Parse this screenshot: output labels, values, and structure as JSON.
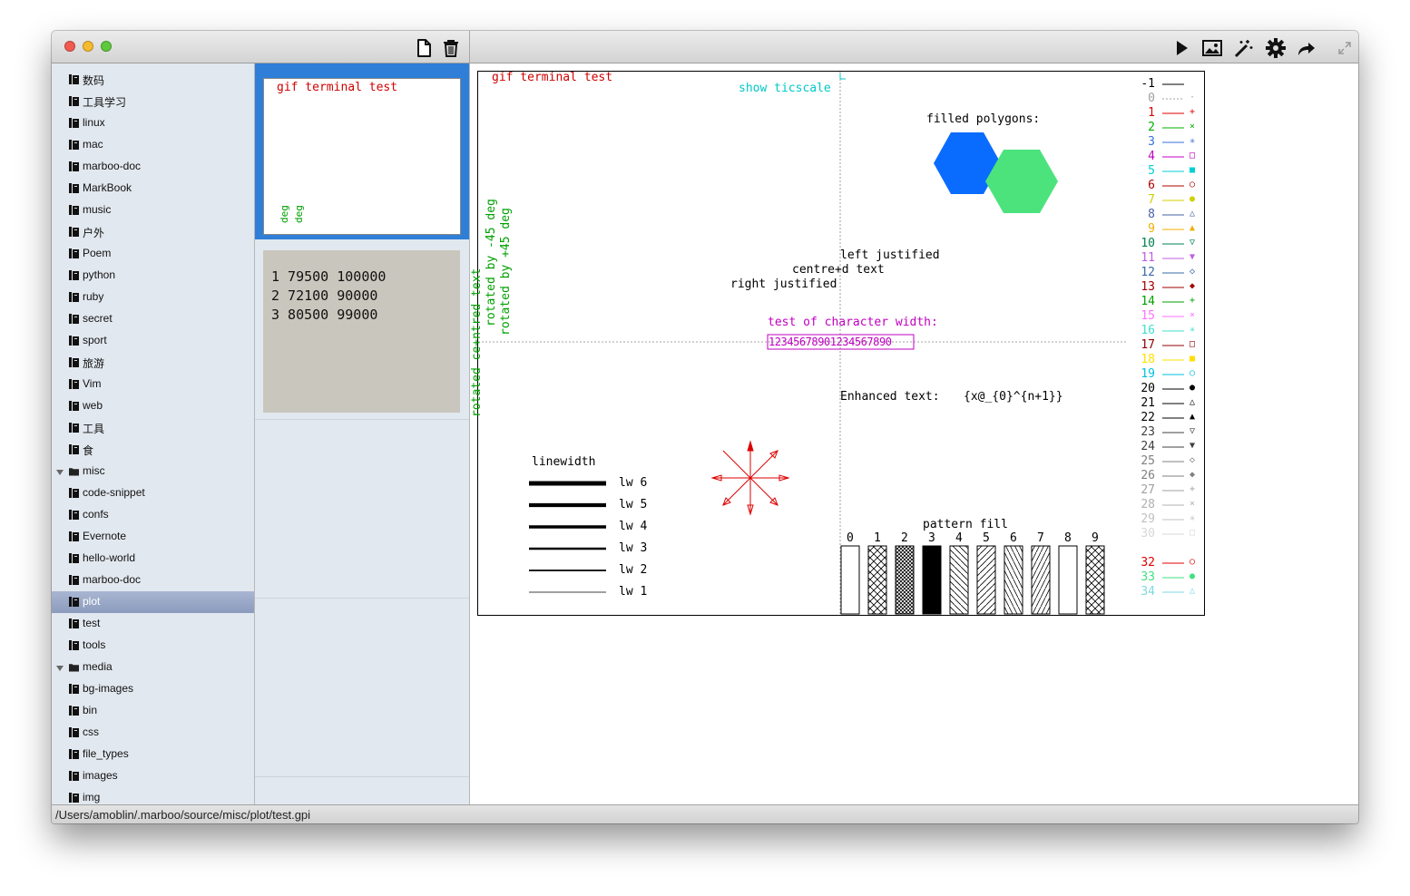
{
  "window": {
    "title": ""
  },
  "toolbar": {
    "left_icons": [
      "new-note-icon",
      "trash-icon"
    ],
    "right_icons": [
      "play-icon",
      "image-icon",
      "magic-wand-icon",
      "gear-icon",
      "share-icon",
      "fullscreen-icon"
    ]
  },
  "sidebar": {
    "items": [
      {
        "label": "数码",
        "type": "notebook"
      },
      {
        "label": "工具学习",
        "type": "notebook"
      },
      {
        "label": "linux",
        "type": "notebook"
      },
      {
        "label": "mac",
        "type": "notebook"
      },
      {
        "label": "marboo-doc",
        "type": "notebook"
      },
      {
        "label": "MarkBook",
        "type": "notebook"
      },
      {
        "label": "music",
        "type": "notebook"
      },
      {
        "label": "户外",
        "type": "notebook"
      },
      {
        "label": "Poem",
        "type": "notebook"
      },
      {
        "label": "python",
        "type": "notebook"
      },
      {
        "label": "ruby",
        "type": "notebook"
      },
      {
        "label": "secret",
        "type": "notebook"
      },
      {
        "label": "sport",
        "type": "notebook"
      },
      {
        "label": "旅游",
        "type": "notebook"
      },
      {
        "label": "Vim",
        "type": "notebook"
      },
      {
        "label": "web",
        "type": "notebook"
      },
      {
        "label": "工具",
        "type": "notebook"
      },
      {
        "label": "食",
        "type": "notebook"
      },
      {
        "label": "misc",
        "type": "folder"
      },
      {
        "label": "code-snippet",
        "type": "notebook"
      },
      {
        "label": "confs",
        "type": "notebook"
      },
      {
        "label": "Evernote",
        "type": "notebook"
      },
      {
        "label": "hello-world",
        "type": "notebook"
      },
      {
        "label": "marboo-doc",
        "type": "notebook"
      },
      {
        "label": "plot",
        "type": "notebook",
        "selected": true
      },
      {
        "label": "test",
        "type": "notebook"
      },
      {
        "label": "tools",
        "type": "notebook"
      },
      {
        "label": "media",
        "type": "folder"
      },
      {
        "label": "bg-images",
        "type": "notebook"
      },
      {
        "label": "bin",
        "type": "notebook"
      },
      {
        "label": "css",
        "type": "notebook"
      },
      {
        "label": "file_types",
        "type": "notebook"
      },
      {
        "label": "images",
        "type": "notebook"
      },
      {
        "label": "img",
        "type": "notebook"
      }
    ]
  },
  "notes": {
    "thumb1": {
      "title": "gif  terminal test",
      "rot_text": "deg"
    },
    "thumb2": {
      "lines": [
        "1 79500 100000",
        "2 72100 90000",
        "3 80500 99000"
      ]
    }
  },
  "plot": {
    "title": "gif  terminal test",
    "show_ticscale": "show ticscale",
    "filled_polygons": "filled polygons:",
    "left_justified": "left justified",
    "centred": "centre+d text",
    "right_justified": "right justified",
    "char_width_label": "test of character width:",
    "char_width_test": "12345678901234567890",
    "enhanced_label": "Enhanced text:",
    "enhanced_value": "{x@_{0}^{n+1}}",
    "rot_centred": "rotated ce+ntred text",
    "rot_minus45": "rotated by -45 deg",
    "rot_plus45": "rotated by +45 deg",
    "linewidth_title": "linewidth",
    "linewidths": [
      "lw 6",
      "lw 5",
      "lw 4",
      "lw 3",
      "lw 2",
      "lw 1"
    ],
    "pattern_title": "pattern fill",
    "patterns": [
      "0",
      "1",
      "2",
      "3",
      "4",
      "5",
      "6",
      "7",
      "8",
      "9"
    ],
    "colors": {
      "title": "#d00000",
      "cyan": "#00c8c8",
      "magenta": "#c000c0",
      "green": "#00a000",
      "blue_poly": "#0a6cff",
      "green_poly": "#4ce37d",
      "arrows": "#dd0000"
    },
    "legend": [
      {
        "label": "-1",
        "color": "#000000",
        "sym": "",
        "dash": false
      },
      {
        "label": "0",
        "color": "#a0a0a0",
        "sym": "·",
        "dash": true
      },
      {
        "label": "1",
        "color": "#e00000",
        "sym": "+"
      },
      {
        "label": "2",
        "color": "#00b000",
        "sym": "×"
      },
      {
        "label": "3",
        "color": "#3a6fd8",
        "sym": "✳"
      },
      {
        "label": "4",
        "color": "#c000c0",
        "sym": "□"
      },
      {
        "label": "5",
        "color": "#00d0d0",
        "sym": "■"
      },
      {
        "label": "6",
        "color": "#b00000",
        "sym": "○"
      },
      {
        "label": "7",
        "color": "#d0d000",
        "sym": "●"
      },
      {
        "label": "8",
        "color": "#4a5fa8",
        "sym": "△"
      },
      {
        "label": "9",
        "color": "#f0b000",
        "sym": "▲"
      },
      {
        "label": "10",
        "color": "#008050",
        "sym": "▽"
      },
      {
        "label": "11",
        "color": "#c060e0",
        "sym": "▼"
      },
      {
        "label": "12",
        "color": "#3a6aa8",
        "sym": "◇"
      },
      {
        "label": "13",
        "color": "#a00000",
        "sym": "◆"
      },
      {
        "label": "14",
        "color": "#00a000",
        "sym": "+"
      },
      {
        "label": "15",
        "color": "#ff70ff",
        "sym": "×"
      },
      {
        "label": "16",
        "color": "#40e0d0",
        "sym": "✳"
      },
      {
        "label": "17",
        "color": "#900000",
        "sym": "□"
      },
      {
        "label": "18",
        "color": "#ffe000",
        "sym": "■"
      },
      {
        "label": "19",
        "color": "#00c0e0",
        "sym": "○"
      },
      {
        "label": "20",
        "color": "#000000",
        "sym": "●"
      },
      {
        "label": "21",
        "color": "#000000",
        "sym": "△"
      },
      {
        "label": "22",
        "color": "#000000",
        "sym": "▲"
      },
      {
        "label": "23",
        "color": "#404040",
        "sym": "▽"
      },
      {
        "label": "24",
        "color": "#404040",
        "sym": "▼"
      },
      {
        "label": "25",
        "color": "#808080",
        "sym": "◇"
      },
      {
        "label": "26",
        "color": "#808080",
        "sym": "◆"
      },
      {
        "label": "27",
        "color": "#a0a0a0",
        "sym": "+"
      },
      {
        "label": "28",
        "color": "#b0b0b0",
        "sym": "×"
      },
      {
        "label": "29",
        "color": "#c0c0c0",
        "sym": "✳"
      },
      {
        "label": "30",
        "color": "#d8d8d8",
        "sym": "□"
      },
      {
        "label": "32",
        "color": "#e00000",
        "sym": "○"
      },
      {
        "label": "33",
        "color": "#40e080",
        "sym": "●"
      },
      {
        "label": "34",
        "color": "#80d8e0",
        "sym": "△"
      }
    ]
  },
  "status": {
    "path": "/Users/amoblin/.marboo/source/misc/plot/test.gpi"
  }
}
